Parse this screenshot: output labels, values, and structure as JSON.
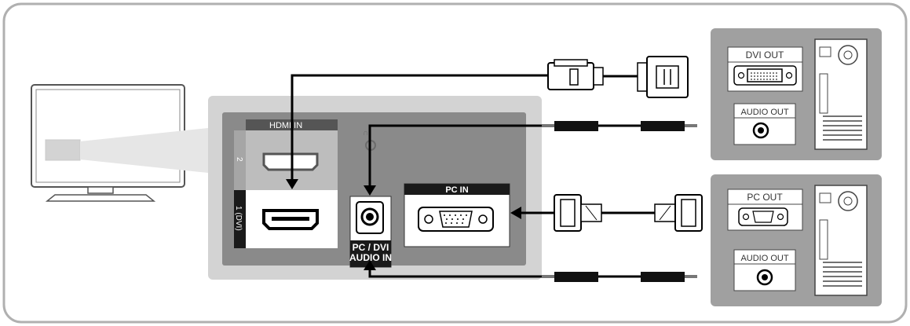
{
  "tv_panel": {
    "hdmi_in_label": "HDMI IN",
    "hdmi_port2_label": "2",
    "hdmi_port1_label": "1 (DVI)",
    "pc_in_label": "PC IN",
    "audio_in_line1": "PC / DVI",
    "audio_in_line2": "AUDIO IN"
  },
  "computer_dvi": {
    "dvi_out_label": "DVI OUT",
    "audio_out_label": "AUDIO OUT"
  },
  "computer_pc": {
    "pc_out_label": "PC OUT",
    "audio_out_label": "AUDIO OUT"
  },
  "colors": {
    "frame_border": "#b0b0b0",
    "panel_light": "#d3d3d3",
    "panel_dark": "#8a8a8a",
    "computer_bg": "#a0a0a0",
    "cable": "#000000"
  }
}
